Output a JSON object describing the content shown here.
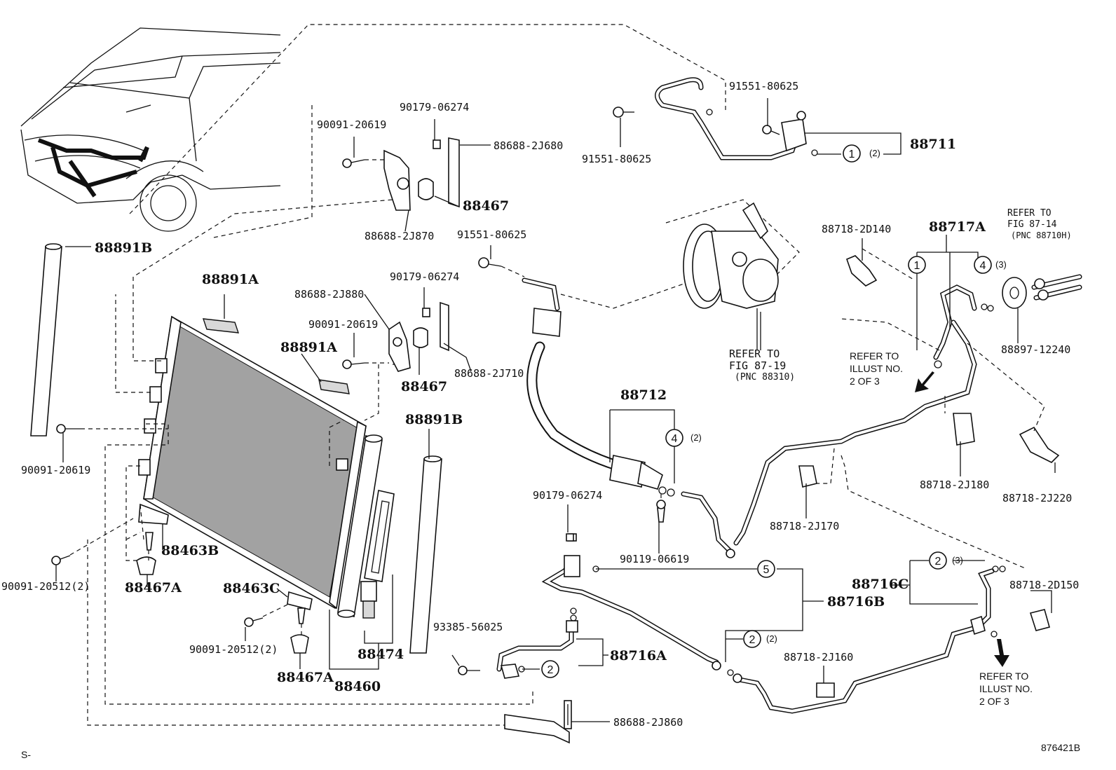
{
  "figure_id": "876421B",
  "corner_mark": "S-",
  "labels": {
    "p88891B_top": "88891B",
    "p88891A_top": "88891A",
    "p88891A_mid": "88891A",
    "p88891B_right": "88891B",
    "p90091_20619_left": "90091-20619",
    "p90091_20619_top": "90091-20619",
    "p90091_20619_mid": "90091-20619",
    "p90179_06274_top": "90179-06274",
    "p90179_06274_mid": "90179-06274",
    "p90179_06274_low": "90179-06274",
    "p88688_2J680": "88688-2J680",
    "p88467_top": "88467",
    "p88688_2J870": "88688-2J870",
    "p88688_2J880": "88688-2J880",
    "p88688_2J710": "88688-2J710",
    "p88467_mid": "88467",
    "p91551_80625_a": "91551-80625",
    "p91551_80625_b": "91551-80625",
    "p91551_80625_c": "91551-80625",
    "p88711": "88711",
    "p88712": "88712",
    "p88718_2D140": "88718-2D140",
    "p88717A": "88717A",
    "p88897_12240": "88897-12240",
    "p88718_2J180": "88718-2J180",
    "p88718_2J220": "88718-2J220",
    "p88718_2J170": "88718-2J170",
    "p90119_06619": "90119-06619",
    "p88716B": "88716B",
    "p88716C": "88716C",
    "p88718_2D150": "88718-2D150",
    "p88718_2J160": "88718-2J160",
    "p88716A": "88716A",
    "p93385_56025": "93385-56025",
    "p88688_2J860": "88688-2J860",
    "p88463B": "88463B",
    "p88467A_left": "88467A",
    "p90091_20512_left": "90091-20512(2)",
    "p88463C": "88463C",
    "p90091_20512_mid": "90091-20512(2)",
    "p88467A_mid": "88467A",
    "p88460": "88460",
    "p88474": "88474"
  },
  "refer_notes": {
    "fig_87_19": [
      "REFER TO",
      "FIG 87-19",
      "(PNC 88310)"
    ],
    "fig_87_14": [
      "REFER TO",
      "FIG 87-14",
      "(PNC 88710H)"
    ],
    "illust_upper": [
      "REFER TO",
      "ILLUST NO.",
      "2 OF 3"
    ],
    "illust_lower": [
      "REFER TO",
      "ILLUST NO.",
      "2 OF 3"
    ]
  },
  "callouts": {
    "c88711_num": "1",
    "c88711_qty": "(2)",
    "c88712_num": "4",
    "c88712_qty": "(2)",
    "c88717A_left": "1",
    "c88717A_right": "4",
    "c88717A_qty": "(3)",
    "c88716B_top": "5",
    "c88716B_low": "2",
    "c88716B_qty": "(2)",
    "c88716C_num": "2",
    "c88716C_qty": "(3)",
    "c88716A_num": "2"
  }
}
